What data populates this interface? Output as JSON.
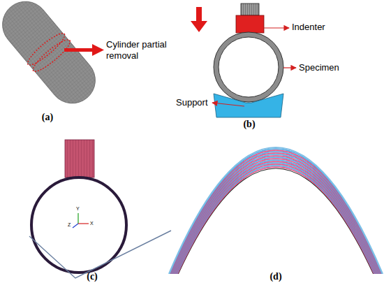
{
  "diagram": {
    "labels": [
      "Cylinder partial removal",
      "(a)",
      "Indenter",
      "Specimen",
      "Support",
      "(b)",
      "Y",
      "Z",
      "X",
      "(c)",
      "(d)"
    ]
  }
}
